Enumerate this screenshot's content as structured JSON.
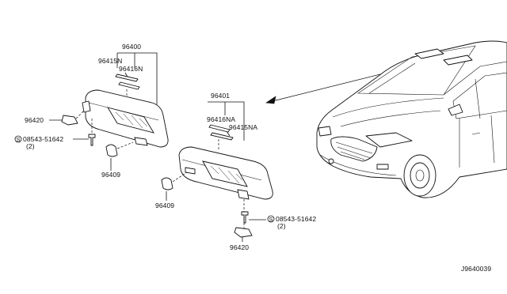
{
  "labels": {
    "upper_sun_visor_assy": "96400",
    "upper_mirror_cover": "96415N",
    "upper_mirror_lid": "96416N",
    "upper_holder": "96420",
    "upper_screw_code": "08543-51642",
    "upper_screw_qty": "(2)",
    "upper_clip": "96409",
    "lower_sun_visor_assy": "96401",
    "lower_mirror_lid": "96416NA",
    "lower_mirror_cover": "96415NA",
    "lower_clip": "96409",
    "lower_screw_code": "08543-51642",
    "lower_screw_qty": "(2)",
    "lower_holder": "96420",
    "screw_symbol": "S",
    "diagram_code": "J9640039"
  }
}
